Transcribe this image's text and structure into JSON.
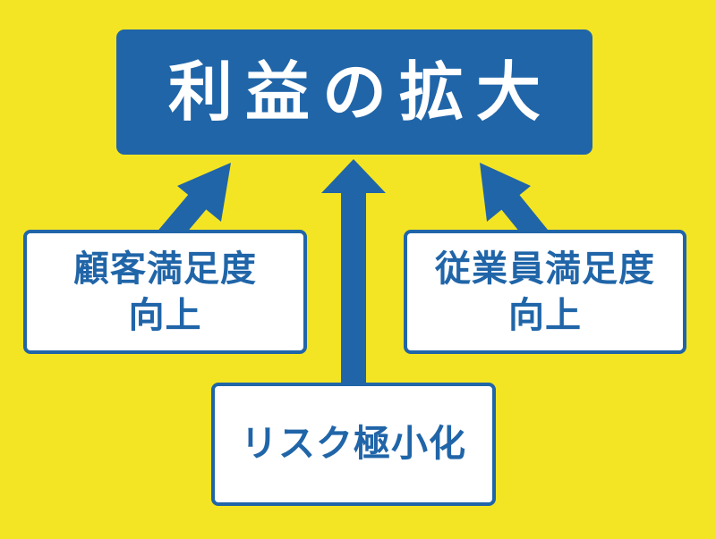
{
  "colors": {
    "background": "#f4e524",
    "primary": "#2065a8",
    "box_fill": "#ffffff",
    "box_text": "#2065a8",
    "title_text": "#ffffff"
  },
  "top_box": {
    "label": "利益の拡大"
  },
  "left_box": {
    "line1": "顧客満足度",
    "line2": "向上"
  },
  "right_box": {
    "line1": "従業員満足度",
    "line2": "向上"
  },
  "bottom_box": {
    "label": "リスク極小化"
  }
}
